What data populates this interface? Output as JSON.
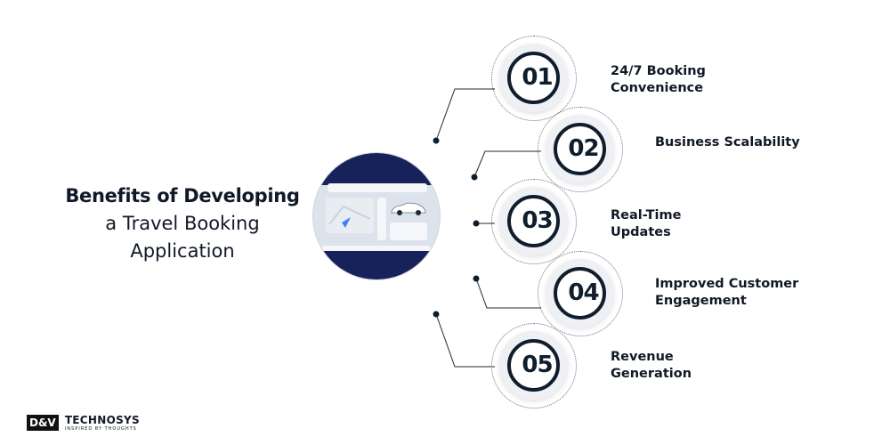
{
  "title": {
    "line1": "Benefits of Developing",
    "line2": "a Travel Booking",
    "line3": "Application"
  },
  "benefits": [
    {
      "num": "01",
      "label_1": "24/7 Booking",
      "label_2": "Convenience"
    },
    {
      "num": "02",
      "label_1": "Business Scalability",
      "label_2": ""
    },
    {
      "num": "03",
      "label_1": "Real-Time",
      "label_2": "Updates"
    },
    {
      "num": "04",
      "label_1": "Improved Customer",
      "label_2": "Engagement"
    },
    {
      "num": "05",
      "label_1": "Revenue",
      "label_2": "Generation"
    }
  ],
  "logo": {
    "box": "D&V",
    "brand": "TECHNOSYS",
    "tagline": "INSPIRED BY THOUGHTS"
  },
  "colors": {
    "dark": "#0f1e2e",
    "screen": "#17225a"
  }
}
